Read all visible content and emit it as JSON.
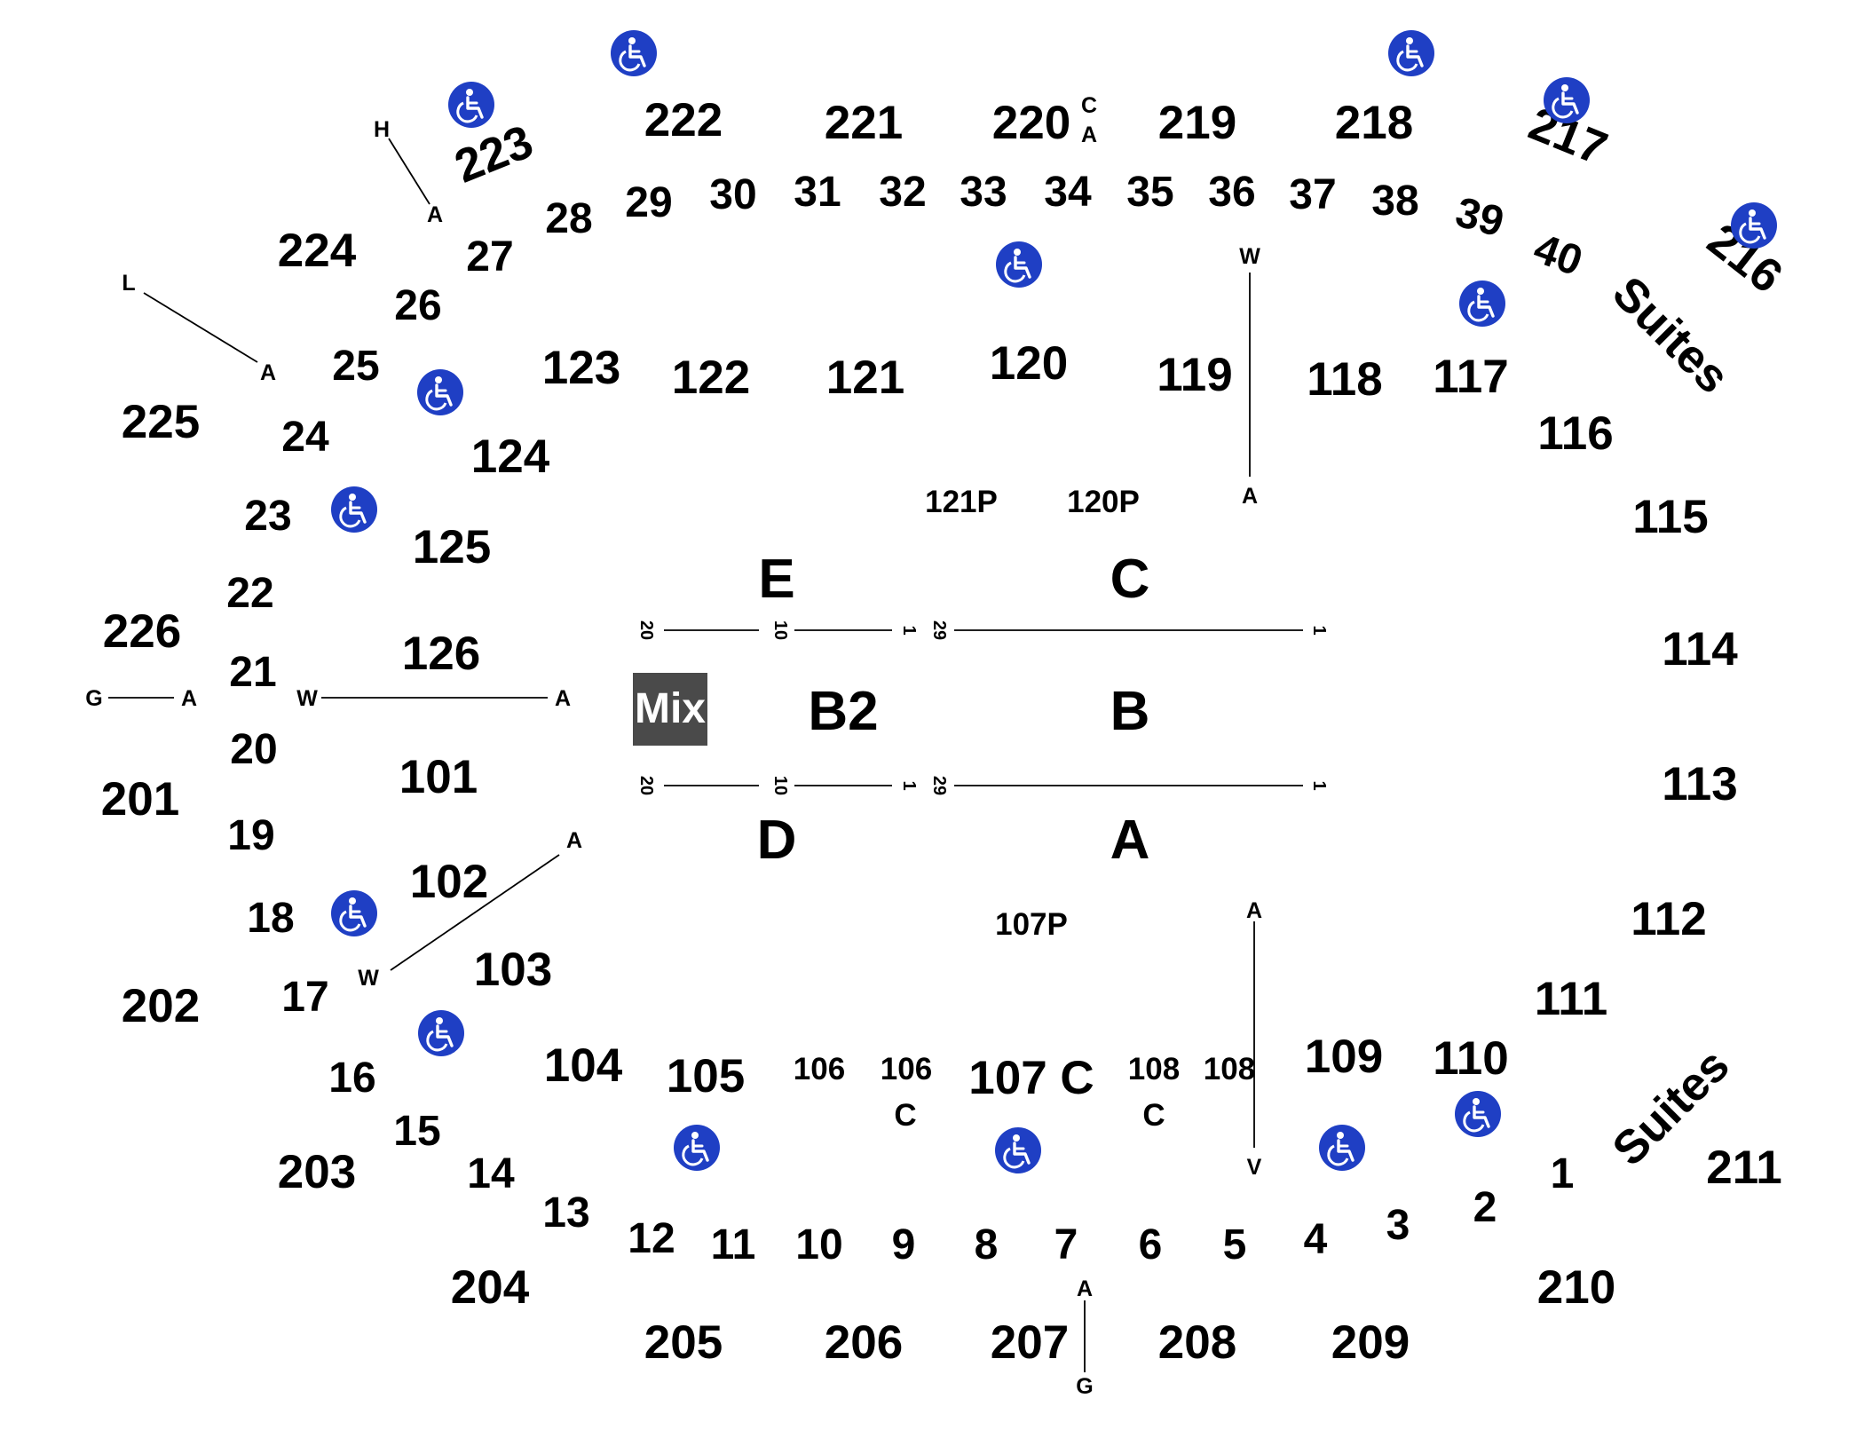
{
  "upper_sections": [
    "201",
    "202",
    "203",
    "204",
    "205",
    "206",
    "207",
    "208",
    "209",
    "210",
    "211",
    "216",
    "217",
    "218",
    "219",
    "220",
    "221",
    "222",
    "223",
    "224",
    "225",
    "226"
  ],
  "lower_sections": [
    "101",
    "102",
    "103",
    "104",
    "105",
    "106",
    "106",
    "107",
    "108",
    "108",
    "109",
    "110",
    "111",
    "112",
    "113",
    "114",
    "115",
    "116",
    "117",
    "118",
    "119",
    "120",
    "121",
    "122",
    "123",
    "124",
    "125",
    "126"
  ],
  "lower_sub_labels": [
    "C",
    "C",
    "C"
  ],
  "suite_107_label": "107 C",
  "press_sections": [
    "121P",
    "120P",
    "107P"
  ],
  "suites_label": "Suites",
  "mix_label": "Mix",
  "floor_sections": [
    "E",
    "C",
    "B2",
    "B",
    "D",
    "A"
  ],
  "row_numbers": [
    "20",
    "10",
    "1",
    "29",
    "1"
  ],
  "ring_numbers": [
    "1",
    "2",
    "3",
    "4",
    "5",
    "6",
    "7",
    "8",
    "9",
    "10",
    "11",
    "12",
    "13",
    "14",
    "15",
    "16",
    "17",
    "18",
    "19",
    "20",
    "21",
    "22",
    "23",
    "24",
    "25",
    "26",
    "27",
    "28",
    "29",
    "30",
    "31",
    "32",
    "33",
    "34",
    "35",
    "36",
    "37",
    "38",
    "39",
    "40"
  ],
  "aisle_letters": [
    "H",
    "A",
    "L",
    "A",
    "G",
    "A",
    "W",
    "A",
    "A",
    "W",
    "C",
    "A",
    "W",
    "A",
    "A",
    "V",
    "A",
    "G"
  ],
  "accessible_icon": "wheelchair-icon",
  "colors": {
    "accessible": "#1f3fc4",
    "mix_box": "#4a4a4a"
  }
}
